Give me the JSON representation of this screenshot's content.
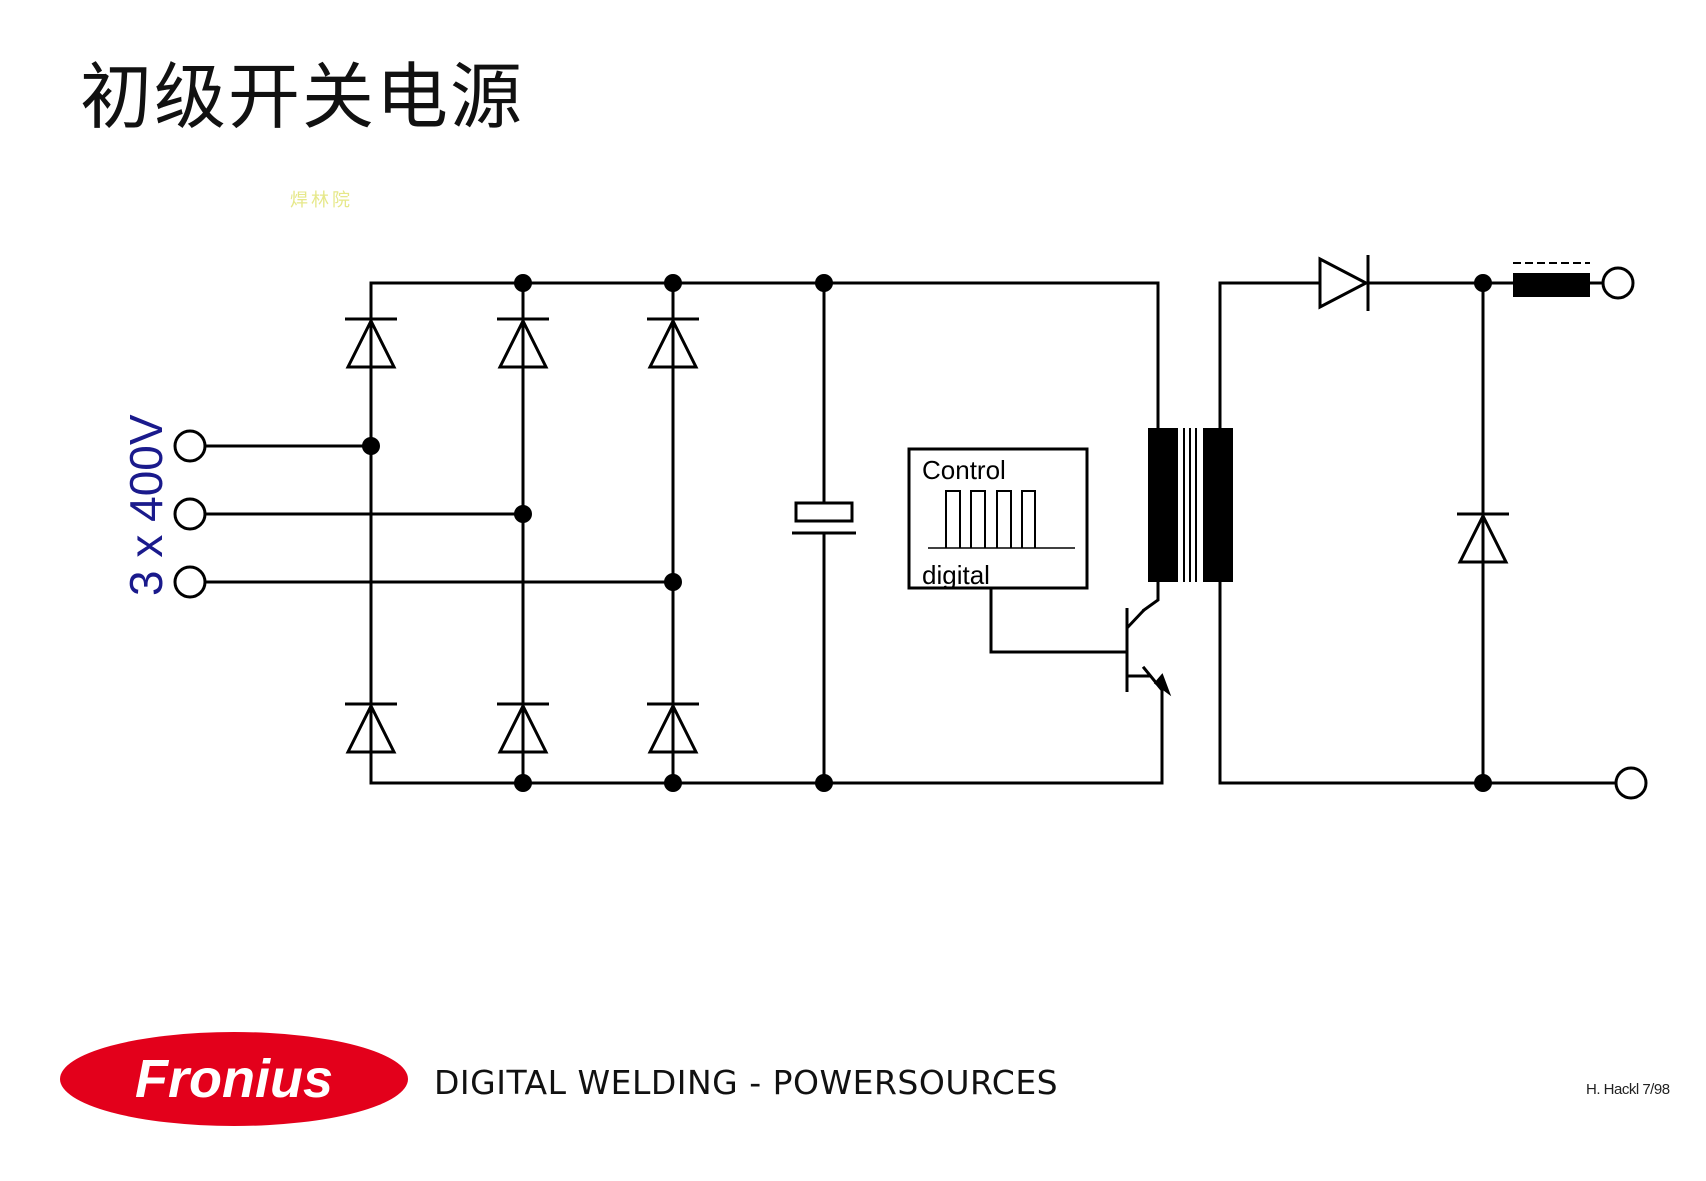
{
  "slide": {
    "title": "初级开关电源",
    "watermark": "焊林院",
    "footer_text": "DIGITAL WELDING - POWERSOURCES",
    "page_ref": "H. Hackl 7/98"
  },
  "logo": {
    "text": "Fronius",
    "color": "#e3001b"
  },
  "diagram": {
    "input_voltage_label": "3 x 400V",
    "control_box": {
      "title": "Control",
      "subtitle": "digital"
    },
    "colors": {
      "wire": "#000000",
      "voltage_label": "#1a1a8c"
    }
  }
}
